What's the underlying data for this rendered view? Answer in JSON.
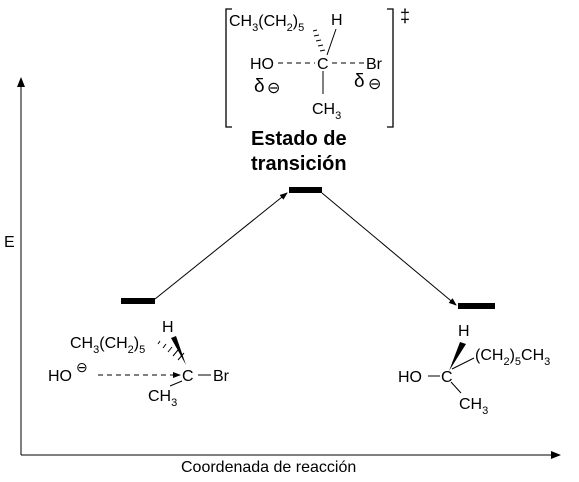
{
  "axes": {
    "y_label": "E",
    "x_label": "Coordenada de reacción"
  },
  "transition_state": {
    "label_line1": "Estado de",
    "label_line2": "transición",
    "dagger": "‡",
    "top_left": "CH",
    "top_left_sub1": "3",
    "top_left_mid": "(CH",
    "top_left_sub2": "2",
    "top_left_end": ")",
    "top_left_sub3": "5",
    "h": "H",
    "ho": "HO",
    "c": "C",
    "br": "Br",
    "delta": "δ",
    "minus": "⊖",
    "ch3": "CH",
    "ch3_sub": "3"
  },
  "reactant": {
    "chain_a": "CH",
    "chain_sub1": "3",
    "chain_b": "(CH",
    "chain_sub2": "2",
    "chain_c": ")",
    "chain_sub3": "5",
    "h": "H",
    "ho": "HO",
    "minus": "⊖",
    "c": "C",
    "br": "Br",
    "ch3": "CH",
    "ch3_sub": "3"
  },
  "product": {
    "h": "H",
    "chain": "(CH",
    "chain_sub1": "2",
    "chain_b": ")",
    "chain_sub2": "5",
    "chain_c": "CH",
    "chain_sub3": "3",
    "ho": "HO",
    "c": "C",
    "ch3": "CH",
    "ch3_sub": "3"
  }
}
